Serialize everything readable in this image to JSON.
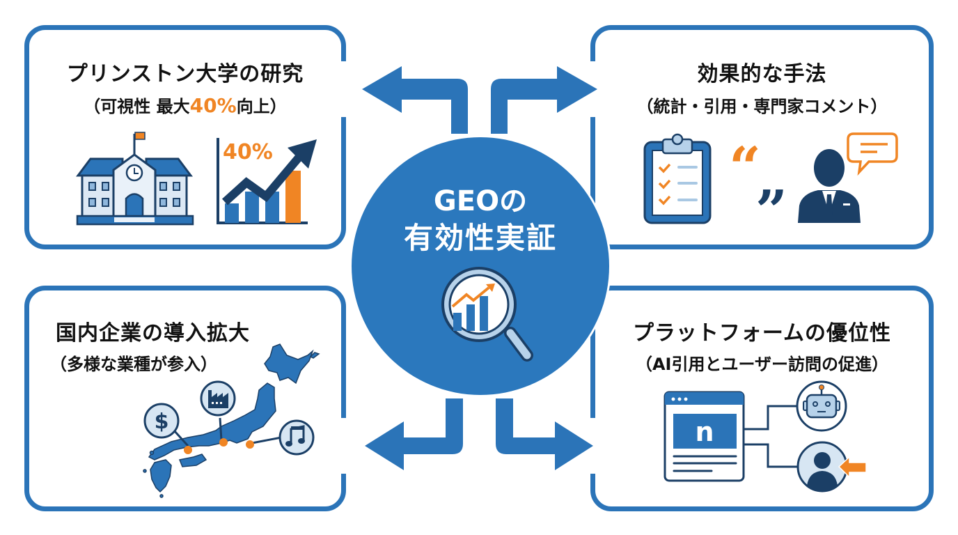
{
  "colors": {
    "primary_blue": "#2b74b8",
    "dark_navy": "#1b3f66",
    "light_blue": "#d7e6f3",
    "orange_accent": "#f08524",
    "text": "#111111"
  },
  "center": {
    "title_line1": "GEOの",
    "title_line2": "有効性実証",
    "icon": "magnifier-chart-icon"
  },
  "panels": {
    "top_left": {
      "title": "プリンストン大学の研究",
      "subtitle_prefix": "（可視性 最大",
      "subtitle_highlight": "40%",
      "subtitle_suffix": "向上）",
      "chart_label": "40%",
      "icons": [
        "university-building-icon",
        "growth-chart-icon"
      ]
    },
    "top_right": {
      "title": "効果的な手法",
      "subtitle": "（統計・引用・専門家コメント）",
      "icons": [
        "checklist-clipboard-icon",
        "quotation-marks-icon",
        "expert-person-icon",
        "speech-bubble-icon"
      ]
    },
    "bottom_left": {
      "title": "国内企業の導入拡大",
      "subtitle": "（多様な業種が参入）",
      "icons": [
        "japan-map-icon",
        "dollar-icon",
        "factory-icon",
        "music-note-icon"
      ]
    },
    "bottom_right": {
      "title": "プラットフォームの優位性",
      "subtitle": "（AI引用とユーザー訪問の促進）",
      "platform_letter": "n",
      "icons": [
        "browser-window-icon",
        "robot-icon",
        "user-icon",
        "arrow-left-icon"
      ]
    }
  },
  "arrows": [
    "arrow-to-top-left",
    "arrow-to-top-right",
    "arrow-to-bottom-left",
    "arrow-to-bottom-right"
  ]
}
